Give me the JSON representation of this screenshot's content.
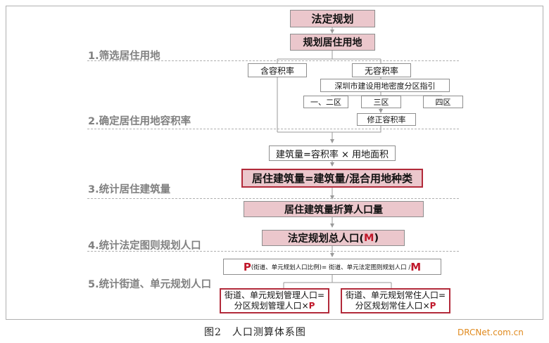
{
  "nodes": {
    "statutory_plan": "法定规划",
    "plan_residential_land": "规划居住用地",
    "with_far": "含容积率",
    "without_far": "无容积率",
    "shenzhen_guide": "深圳市建设用地密度分区指引",
    "zone_1_2": "一、二区",
    "zone_3": "三区",
    "zone_4": "四区",
    "revised_far": "修正容积率",
    "building_volume": "建筑量=容积率 × 用地面积",
    "residential_volume": "居住建筑量=建筑量/混合用地种类",
    "convert_population": "居住建筑量折算人口量",
    "total_pop_prefix": "法定规划总人口(",
    "total_pop_m": "M",
    "total_pop_suffix": ")",
    "ratio_p": "P",
    "ratio_small": "(街道、单元规划人口比例)=",
    "ratio_mid": "街道、单元法定图则规划人口 / ",
    "ratio_m": "M",
    "managed_line1": "街道、单元规划管理人口=",
    "managed_line2": "分区规划管理人口×",
    "managed_p": "P",
    "resident_line1": "街道、单元规划常住人口=",
    "resident_line2": "分区规划常住人口×",
    "resident_p": "P"
  },
  "stages": [
    "1.筛选居住用地",
    "2.确定居住用地容积率",
    "3.统计居住建筑量",
    "4.统计法定图则规划人口",
    "5.统计街道、单元规划人口"
  ],
  "caption": "图2　人口测算体系图",
  "watermark": "DRCNet.com.cn",
  "colors": {
    "node_fill": "#ebc7cc",
    "accent_red": "#c0182b",
    "watermark_orange": "#e08a1e"
  }
}
